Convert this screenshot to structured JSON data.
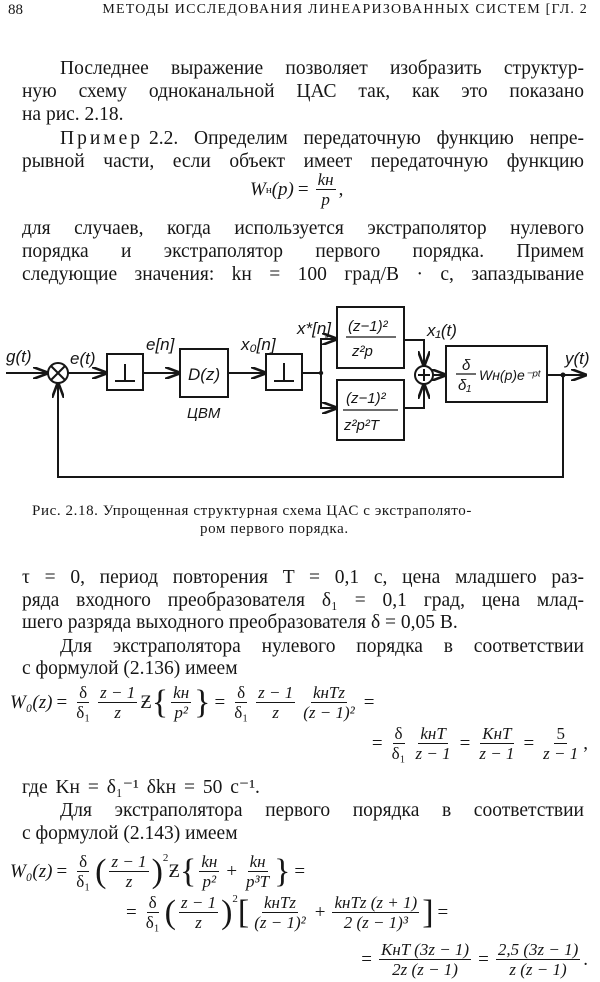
{
  "header": {
    "page_number": "88",
    "running_title": "Методы исследования линеаризованных систем [гл. 2"
  },
  "para1": [
    "Последнее выражение позволяет изобразить структур-",
    "ную схему одноканальной ЦАС так, как это показано",
    "на рис. 2.18."
  ],
  "para2": {
    "lead": "Пример",
    "lines": [
      "2.2. Определим передаточную функцию непре-",
      "рывной части, если объект имеет передаточную функцию"
    ]
  },
  "eq1": {
    "lhs": "W",
    "lhs_sub": "н",
    "arg": "(p)",
    "eq": "=",
    "num": "kн",
    "den": "p",
    "tail": ","
  },
  "para3": [
    "для случаев, когда используется экстраполятор нулевого",
    "порядка и экстраполятор первого порядка. Примем",
    "следующие значения: kн = 100 град/В · с, запаздывание"
  ],
  "diagram": {
    "g": "g(t)",
    "e": "e(t)",
    "en": "e[n]",
    "dz": "D(z)",
    "cvm": "ЦВМ",
    "x0": "x₀[n]",
    "xs": "x*[n]",
    "up_num": "(z−1)²",
    "up_den": "z²p",
    "lo_num": "(z−1)²",
    "lo_den": "z²p²T",
    "x1": "x₁(t)",
    "plant_num": "δ",
    "plant_den": "δ₁",
    "plant_tf": "Wн(p)e⁻ᵖᵗ",
    "y": "y(t)"
  },
  "caption": [
    "Рис. 2.18. Упрощенная структурная схема ЦАС с экстраполято-",
    "ром первого порядка."
  ],
  "para4": [
    "τ = 0, период повторения T = 0,1 с, цена младшего раз-",
    "ряда входного преобразователя δ₁ = 0,1 град, цена млад-",
    "шего разряда выходного преобразователя δ = 0,05 В."
  ],
  "para5": [
    "Для экстраполятора нулевого порядка в соответствии",
    "с формулой (2.136) имеем"
  ],
  "eq2": {
    "lhs": "W₀(z)",
    "eq": "=",
    "zt": "Ƶ",
    "d": {
      "num": "δ",
      "den": "δ₁"
    },
    "zz": {
      "num": "z − 1",
      "den": "z"
    },
    "kp": {
      "num": "kн",
      "den": "p²"
    },
    "kt": {
      "num": "kнTz",
      "den": "(z − 1)²"
    },
    "l2a": {
      "num": "kнT",
      "den": "z − 1"
    },
    "l2b": {
      "num": "KнT",
      "den": "z − 1"
    },
    "l2c": {
      "num": "5",
      "den": "z − 1"
    },
    "comma": ","
  },
  "where": "где Kн = δ₁⁻¹ δkн = 50 с⁻¹.",
  "para6": [
    "Для экстраполятора первого порядка в соответствии",
    "с формулой (2.143) имеем"
  ],
  "eq3": {
    "lhs": "W₀(z)",
    "eq": "=",
    "zt": "Ƶ",
    "plus": "+",
    "sq": "2",
    "d": {
      "num": "δ",
      "den": "δ₁"
    },
    "zz": {
      "num": "z − 1",
      "den": "z"
    },
    "a": {
      "num": "kн",
      "den": "p²"
    },
    "b": {
      "num": "kн",
      "den": "p³T"
    },
    "c": {
      "num": "kнTz",
      "den": "(z − 1)²"
    },
    "e": {
      "num": "kнTz (z + 1)",
      "den": "2 (z − 1)³"
    },
    "f": {
      "num": "KнT (3z − 1)",
      "den": "2z (z − 1)"
    },
    "g": {
      "num": "2,5 (3z − 1)",
      "den": "z (z − 1)"
    },
    "dot": "."
  }
}
